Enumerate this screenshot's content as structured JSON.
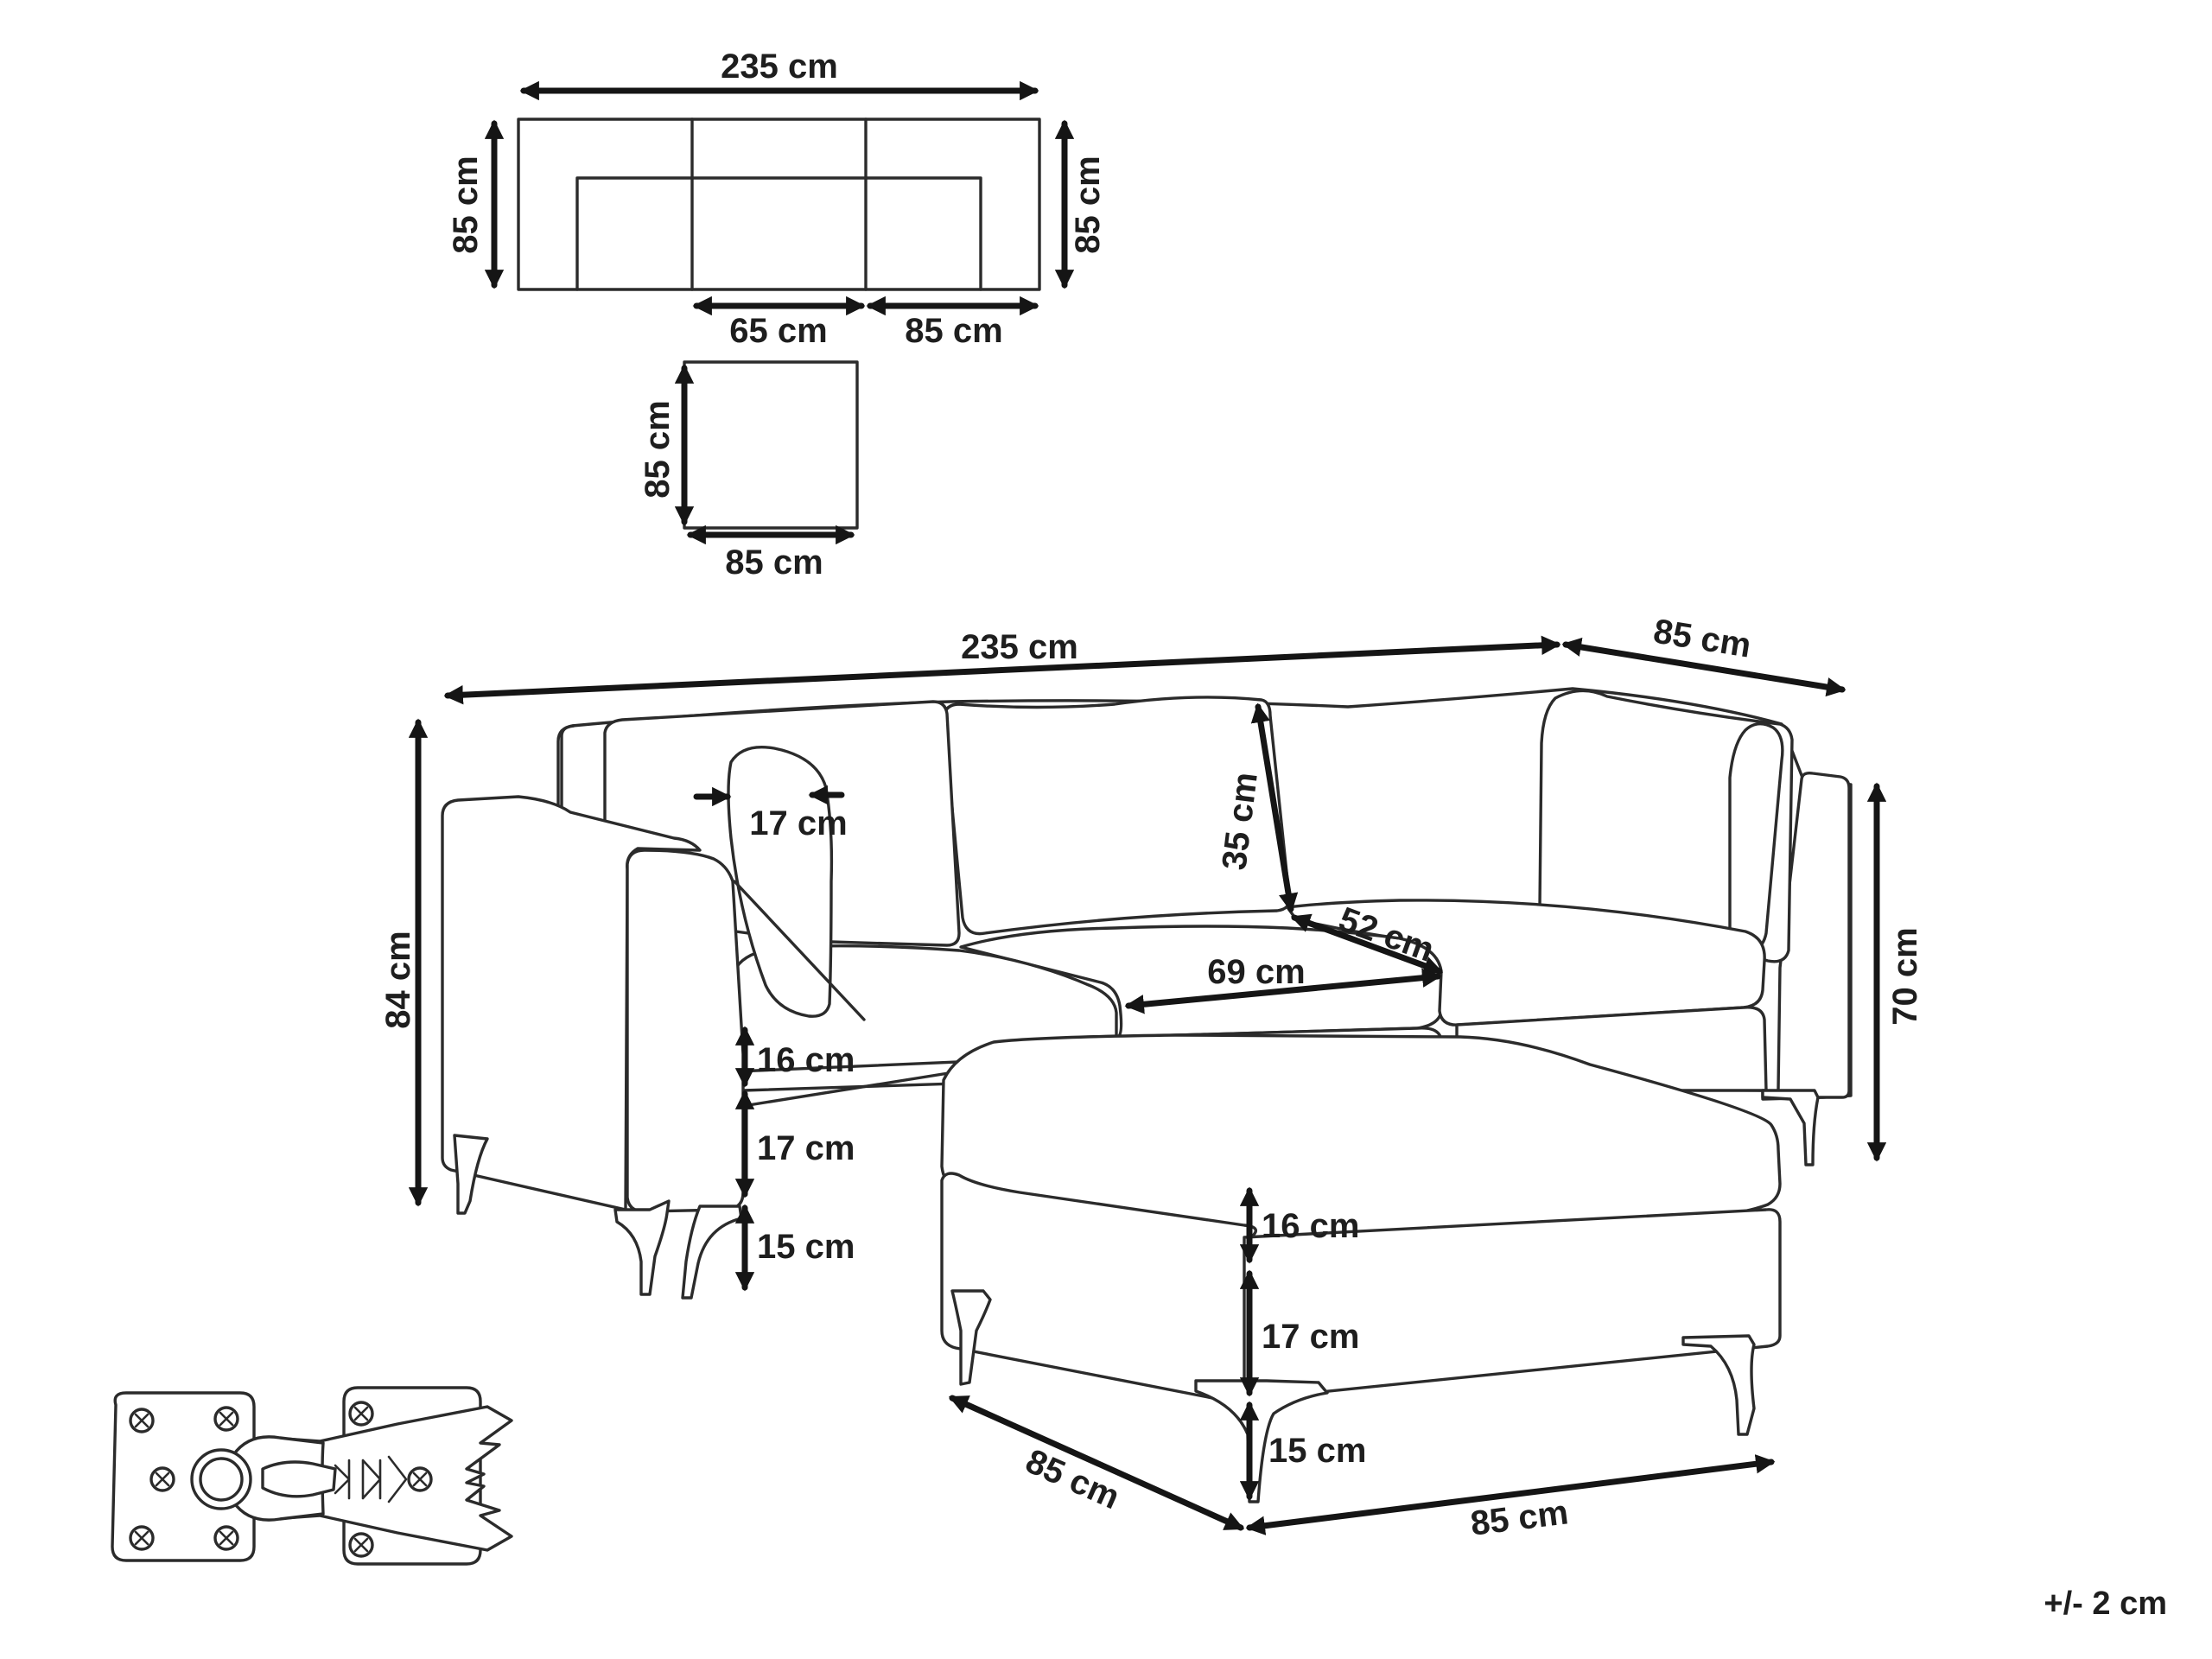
{
  "top_view": {
    "width_label": "235 cm",
    "depth_label_left": "85 cm",
    "depth_label_right": "85 cm",
    "seat_width_label": "65 cm",
    "corner_width_label": "85 cm"
  },
  "ottoman_top_view": {
    "depth_label": "85 cm",
    "width_label": "85 cm"
  },
  "front_view": {
    "total_width_label": "235 cm",
    "side_depth_label": "85 cm",
    "total_height_label": "84 cm",
    "arm_height_label": "70 cm",
    "cushion_width_label": "17 cm",
    "backrest_height_label": "35 cm",
    "seat_depth_label": "52 cm",
    "seat_width_label": "69 cm",
    "seat_cushion_label": "16 cm",
    "seat_base_label": "17 cm",
    "leg_label": "15 cm"
  },
  "ottoman_view": {
    "cushion_label": "16 cm",
    "base_label": "17 cm",
    "leg_label": "15 cm",
    "depth_label": "85 cm",
    "width_label": "85 cm"
  },
  "tolerance": "+/- 2 cm"
}
